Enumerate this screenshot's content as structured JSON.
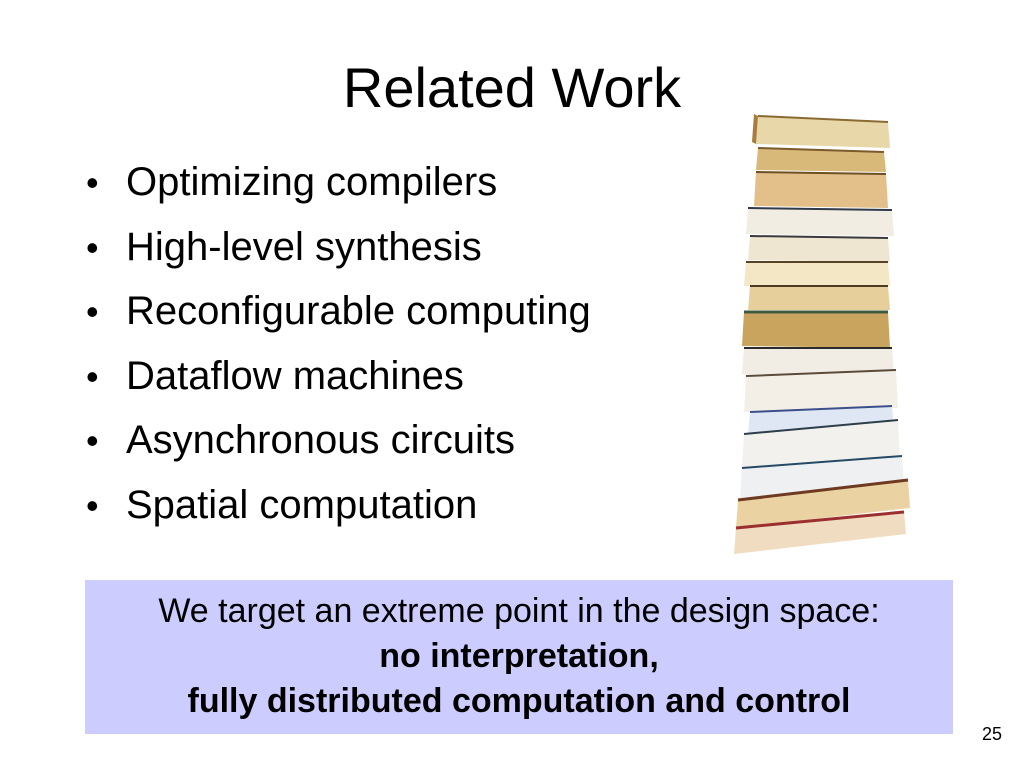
{
  "slide": {
    "title": "Related Work",
    "bullets": [
      "Optimizing compilers",
      "High-level synthesis",
      "Reconfigurable computing",
      "Dataflow machines",
      "Asynchronous circuits",
      "Spatial computation"
    ],
    "bullet_glyph": "•",
    "callout": {
      "line1": "We target an extreme point in the design space:",
      "line2": "no interpretation,",
      "line3": "fully distributed computation and control"
    },
    "slide_number": "25",
    "image": {
      "icon": "stack-of-books-icon"
    },
    "colors": {
      "callout_background": "#ccccff",
      "text": "#000000",
      "background": "#ffffff"
    }
  }
}
